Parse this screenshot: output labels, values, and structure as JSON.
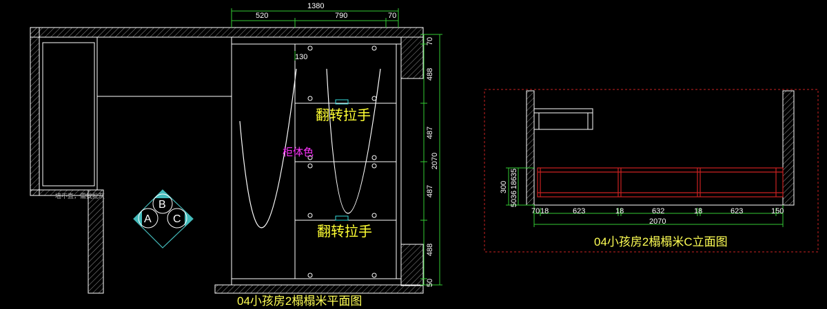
{
  "plan": {
    "title": "04小孩房2榻榻米平面图",
    "dims_top": {
      "total": "1380",
      "a": "520",
      "b": "790",
      "c": "70"
    },
    "dims_right": {
      "d1": "70",
      "d2": "488",
      "d3": "487",
      "d4": "487",
      "d5": "488",
      "d6": "50",
      "total": "2070"
    },
    "dim_130": "130",
    "labels": {
      "handle_top": "翻转拉手",
      "handle_bottom": "翻转拉手",
      "body_color": "柜体色"
    },
    "note": "墙不直，需找批灰",
    "index_letters": [
      "A",
      "B",
      "C"
    ]
  },
  "elevation": {
    "title": "04小孩房2榻榻米C立面图",
    "dims_bottom": [
      "70",
      "18",
      "623",
      "18",
      "632",
      "18",
      "623",
      "150"
    ],
    "total": "2070",
    "dims_left": [
      "300",
      "35",
      "186",
      "36",
      "50"
    ]
  },
  "colors": {
    "background": "#000000",
    "line_white": "#ffffff",
    "line_green": "#33cc33",
    "label_yellow": "#ffff33",
    "label_magenta": "#ff33ff",
    "frame_red": "#cc2222",
    "index_cyan": "#44bbbb"
  }
}
